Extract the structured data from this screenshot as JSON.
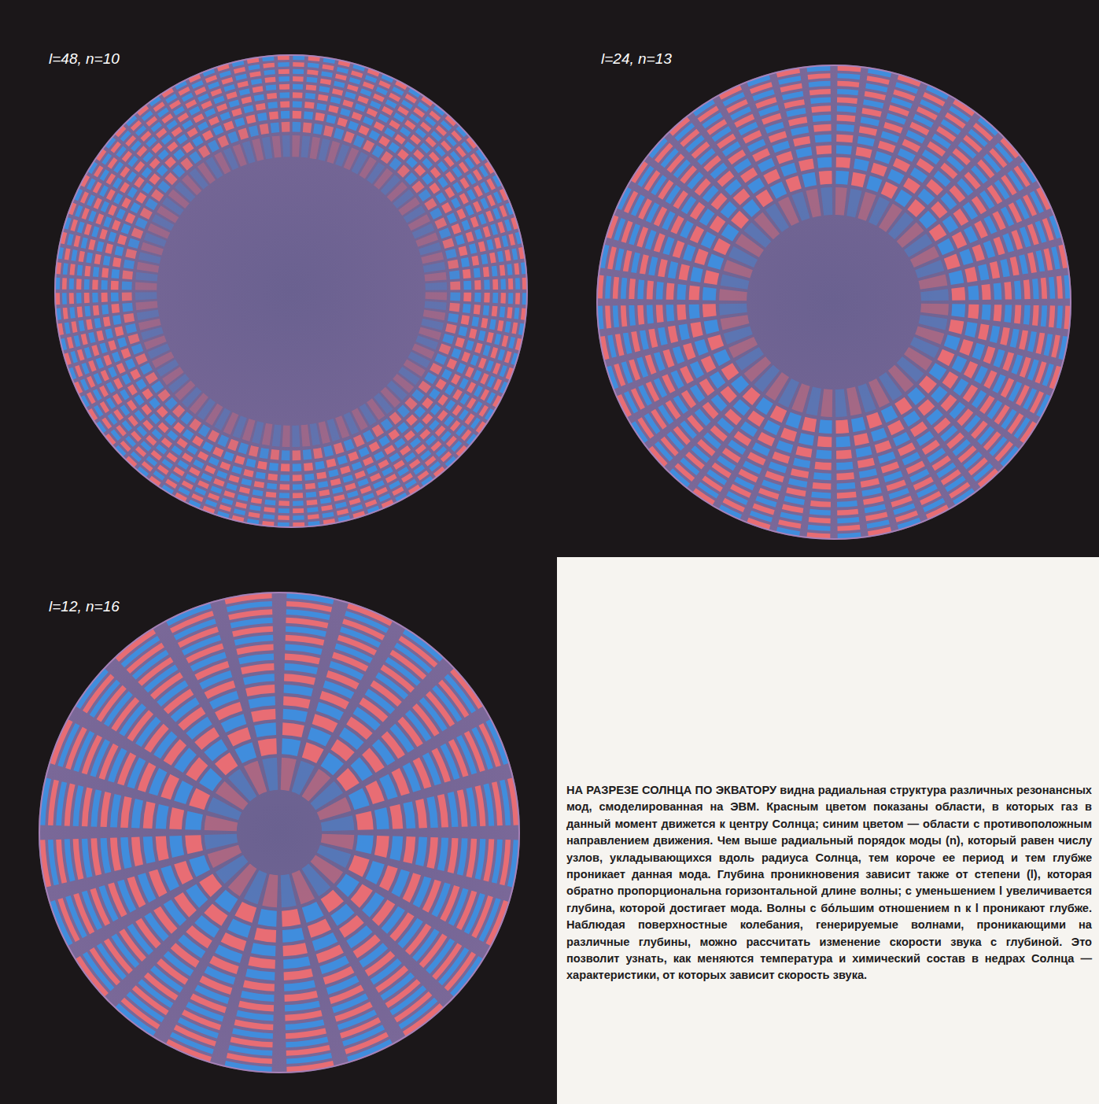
{
  "diagram": {
    "caption": "НА РАЗРЕЗЕ СОЛНЦА ПО ЭКВАТОРУ видна радиальная структура различных резонансных мод, смоделированная на ЭВМ. Красным цветом показаны области, в которых газ в данный момент движется к центру Солнца; синим цветом — области с противоположным направлением движения. Чем выше радиальный порядок моды (n), который равен числу узлов, укладывающихся вдоль радиуса Солнца, тем короче ее период и тем глубже проникает данная мода. Глубина проникновения зависит также от степени (l), которая обратно пропорциональна горизонтальной длине волны; с уменьшением l увеличивается глубина, которой достигает мода. Волны с бóльшим отношением n к l проникают глубже. Наблюдая поверхностные колебания, генерируемые волнами, проникающими на различные глубины, можно рассчитать изменение скорости звука с глубиной. Это позволит узнать, как меняются температура и химический состав в недрах Солнца — характеристики, от которых зависит скорость звука.",
    "labels": [
      "l=48, n=10",
      "l=24, n=13",
      "l=12, n=16"
    ]
  }
}
